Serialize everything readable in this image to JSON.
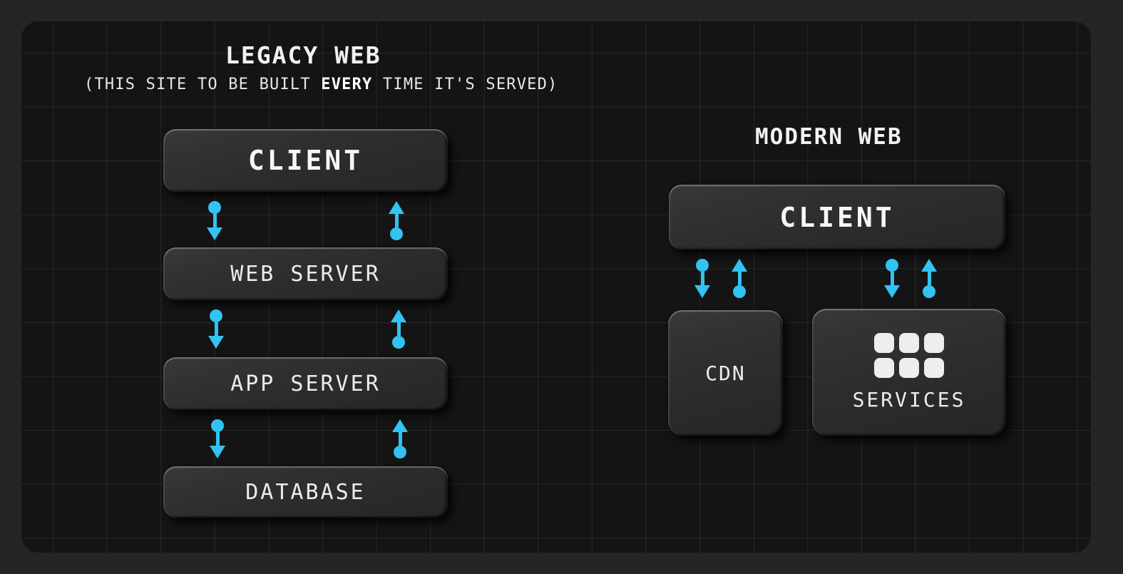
{
  "theme": {
    "page_bg": "#252525",
    "panel_bg": "#141414",
    "grid_line": "rgba(255,255,255,0.085)",
    "box_face": "#2e2e2e",
    "box_highlight": "#4a4a4a",
    "text": "#f0f0f0",
    "accent_arrow": "#32c3f2",
    "icon_tile": "#eceef0"
  },
  "legacy": {
    "title": "LEGACY WEB",
    "subtitle_prefix": "(THIS SITE TO BE BUILT ",
    "subtitle_emphasis": "EVERY",
    "subtitle_suffix": " TIME IT'S SERVED)",
    "nodes": [
      {
        "id": "client",
        "label": "CLIENT",
        "emphasis": true
      },
      {
        "id": "web-server",
        "label": "WEB SERVER",
        "emphasis": false
      },
      {
        "id": "app-server",
        "label": "APP SERVER",
        "emphasis": false
      },
      {
        "id": "database",
        "label": "DATABASE",
        "emphasis": false
      }
    ],
    "connections": [
      {
        "from": "client",
        "to": "web-server",
        "direction": "down"
      },
      {
        "from": "web-server",
        "to": "client",
        "direction": "up"
      },
      {
        "from": "web-server",
        "to": "app-server",
        "direction": "down"
      },
      {
        "from": "app-server",
        "to": "web-server",
        "direction": "up"
      },
      {
        "from": "app-server",
        "to": "database",
        "direction": "down"
      },
      {
        "from": "database",
        "to": "app-server",
        "direction": "up"
      }
    ]
  },
  "modern": {
    "title": "MODERN WEB",
    "nodes": [
      {
        "id": "client",
        "label": "CLIENT",
        "emphasis": true,
        "icon": null
      },
      {
        "id": "cdn",
        "label": "CDN",
        "emphasis": false,
        "icon": null
      },
      {
        "id": "services",
        "label": "SERVICES",
        "emphasis": false,
        "icon": "grid-3x2-icon"
      }
    ],
    "connections": [
      {
        "from": "client",
        "to": "cdn",
        "direction": "down"
      },
      {
        "from": "cdn",
        "to": "client",
        "direction": "up"
      },
      {
        "from": "client",
        "to": "services",
        "direction": "down"
      },
      {
        "from": "services",
        "to": "client",
        "direction": "up"
      }
    ],
    "services_icon_tiles": 6
  }
}
